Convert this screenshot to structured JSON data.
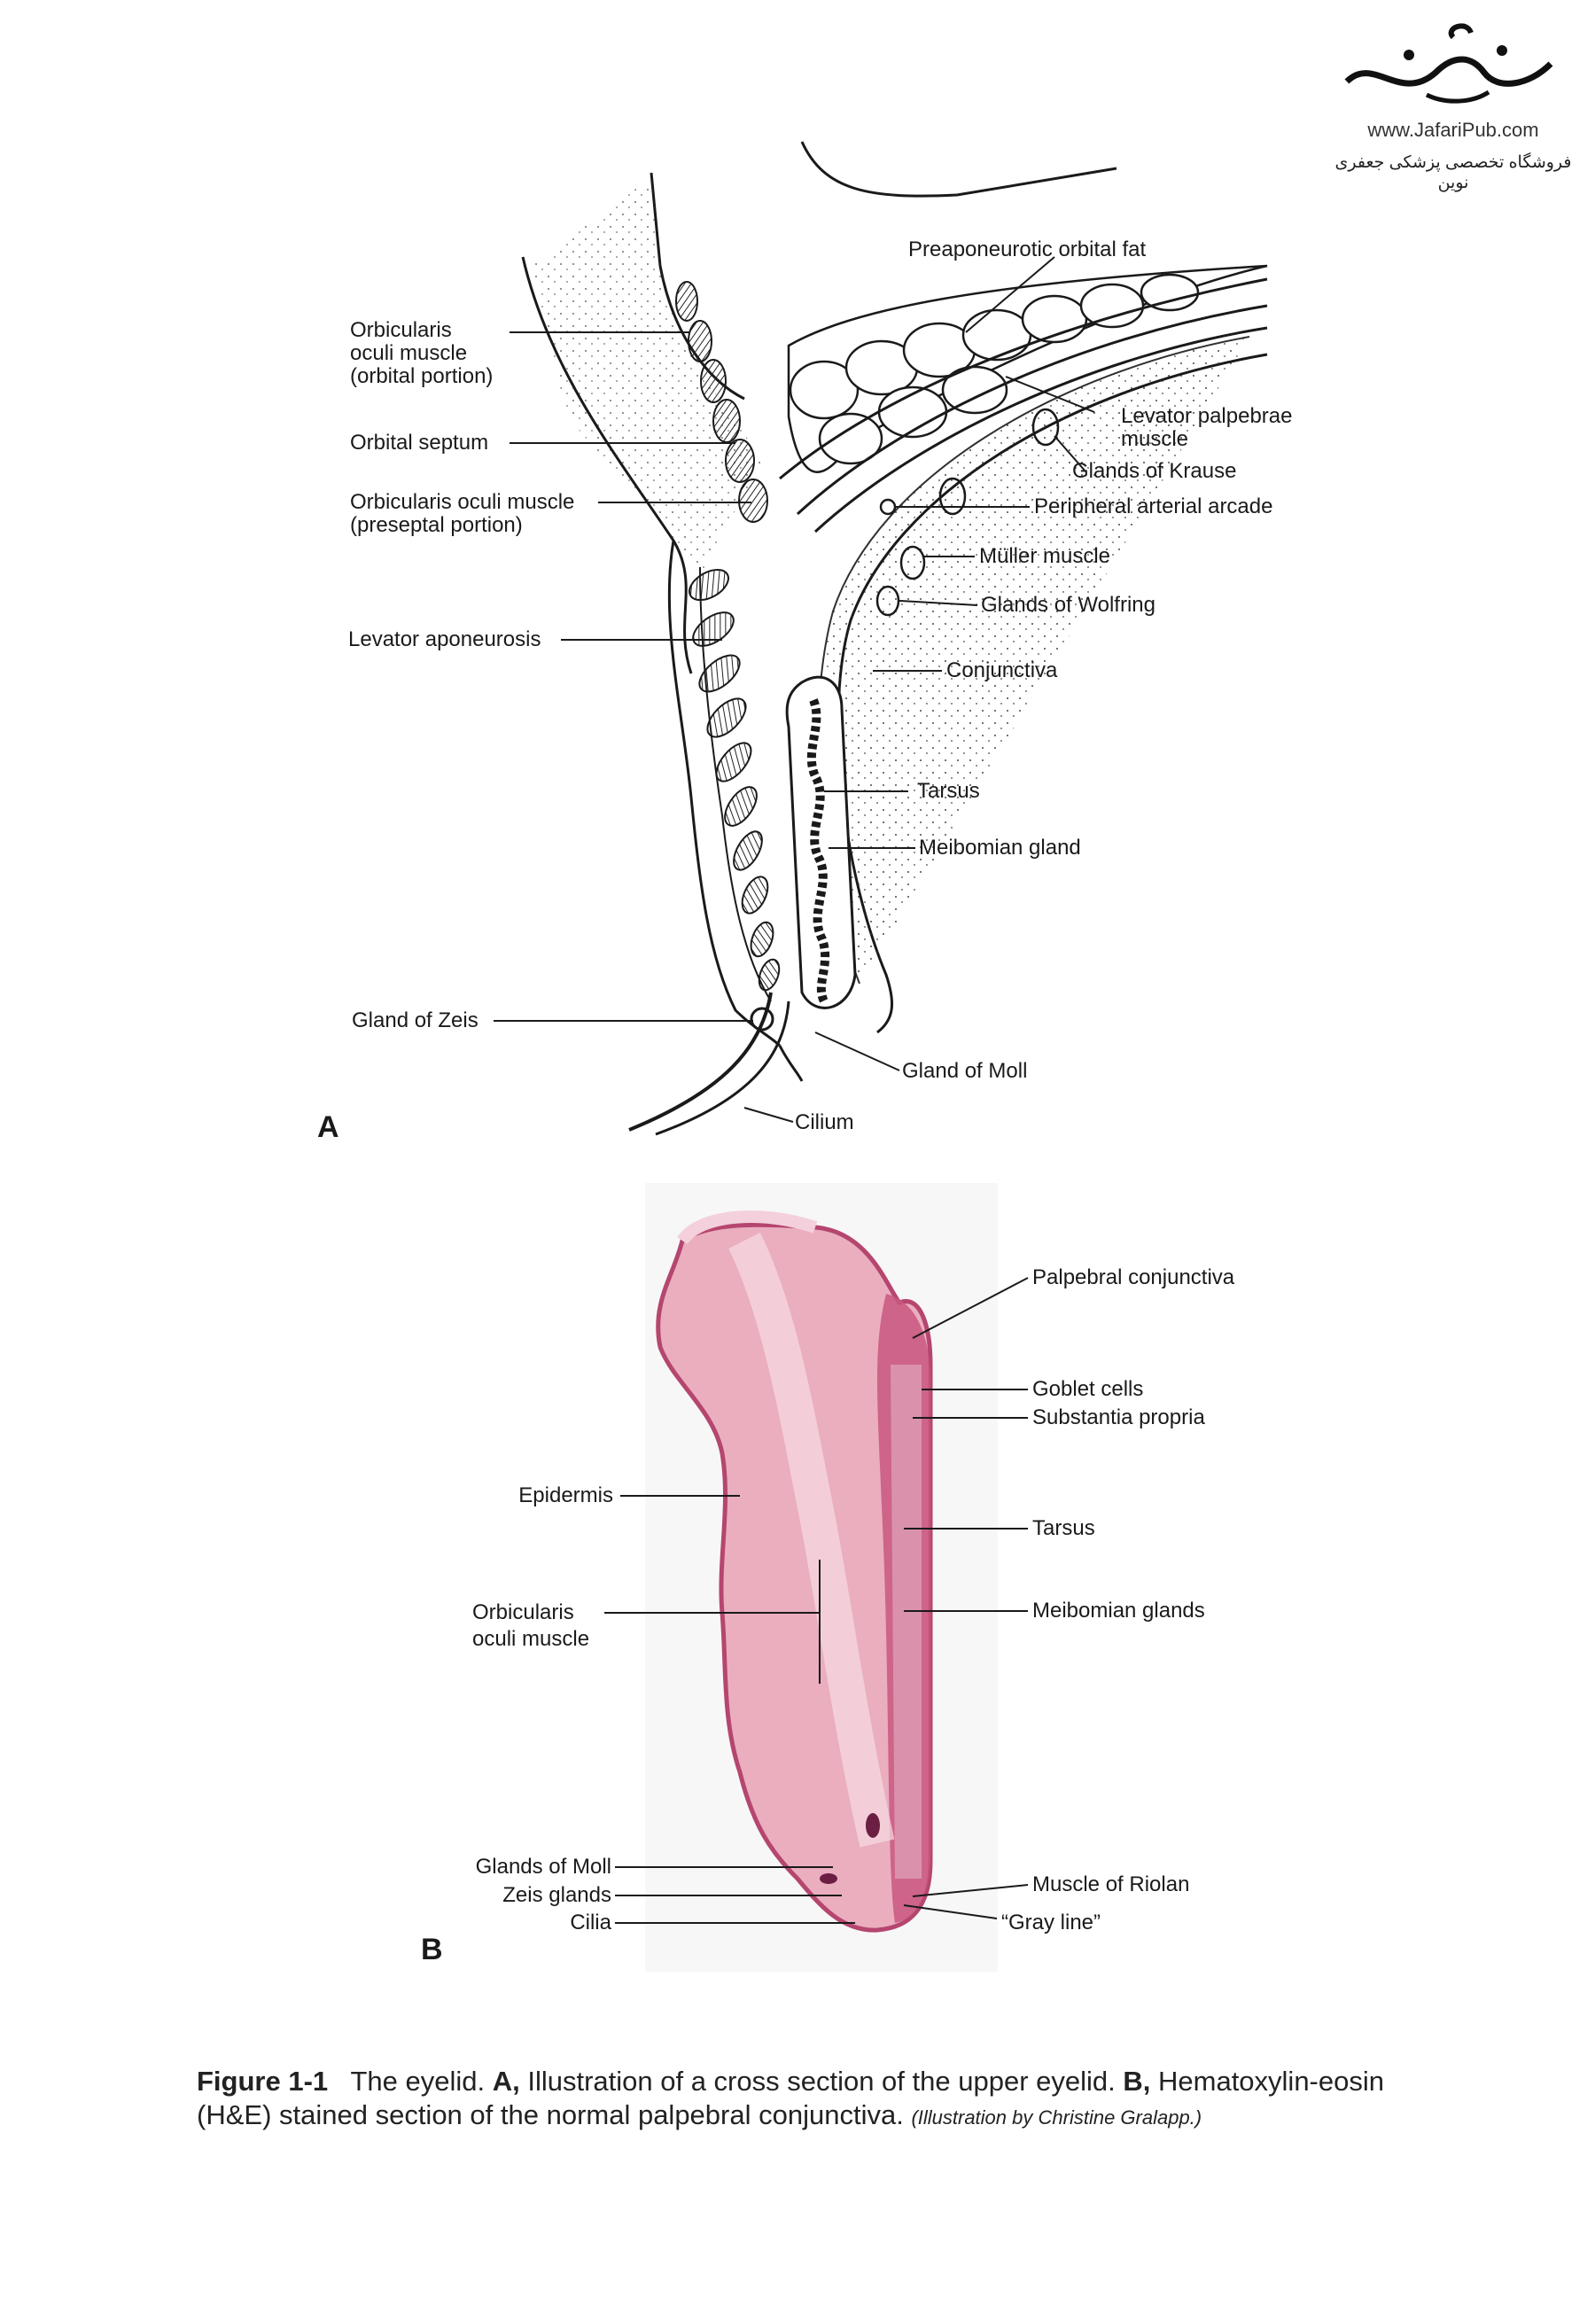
{
  "watermark": {
    "site": "www.JafariPub.com",
    "shop": "فروشگاه تخصصی پزشکی جعفری نوین",
    "logo_text": "جعفری"
  },
  "panel_a": {
    "letter": "A",
    "labels": {
      "orbicularis_orbital_1": "Orbicularis",
      "orbicularis_orbital_2": "oculi muscle",
      "orbicularis_orbital_3": "(orbital portion)",
      "orbital_septum": "Orbital septum",
      "orbicularis_preseptal_1": "Orbicularis oculi muscle",
      "orbicularis_preseptal_2": "(preseptal portion)",
      "levator_aponeurosis": "Levator aponeurosis",
      "gland_of_zeis": "Gland of Zeis",
      "preaponeurotic_fat": "Preaponeurotic orbital fat",
      "levator_palpebrae_1": "Levator palpebrae",
      "levator_palpebrae_2": "muscle",
      "glands_of_krause": "Glands of Krause",
      "peripheral_arcade": "Peripheral arterial arcade",
      "muller_muscle": "Müller muscle",
      "glands_of_wolfring": "Glands of Wolfring",
      "conjunctiva": "Conjunctiva",
      "tarsus": "Tarsus",
      "meibomian_gland": "Meibomian gland",
      "gland_of_moll": "Gland of Moll",
      "cilium": "Cilium"
    }
  },
  "panel_b": {
    "letter": "B",
    "labels": {
      "palpebral_conjunctiva": "Palpebral conjunctiva",
      "goblet_cells": "Goblet cells",
      "substantia_propria": "Substantia propria",
      "epidermis": "Epidermis",
      "tarsus": "Tarsus",
      "orbicularis_1": "Orbicularis",
      "orbicularis_2": "oculi muscle",
      "meibomian_glands": "Meibomian glands",
      "glands_of_moll": "Glands of Moll",
      "zeis_glands": "Zeis glands",
      "cilia": "Cilia",
      "muscle_of_riolan": "Muscle of Riolan",
      "gray_line": "“Gray line”"
    }
  },
  "caption": {
    "figure": "Figure 1-1",
    "text_1": "The eyelid.",
    "a_mark": "A,",
    "text_2": "Illustration of a cross section of the upper eyelid.",
    "b_mark": "B,",
    "text_3": "Hematoxylin-eosin (H&E) stained section of the normal palpebral conjunctiva.",
    "credit": "(Illustration by Christine Gralapp.)"
  },
  "colors": {
    "line": "#1a1a1a",
    "histology_pink": "#e9a9bd",
    "histology_dark": "#b5466f",
    "histology_pale": "#f6dbe3"
  }
}
